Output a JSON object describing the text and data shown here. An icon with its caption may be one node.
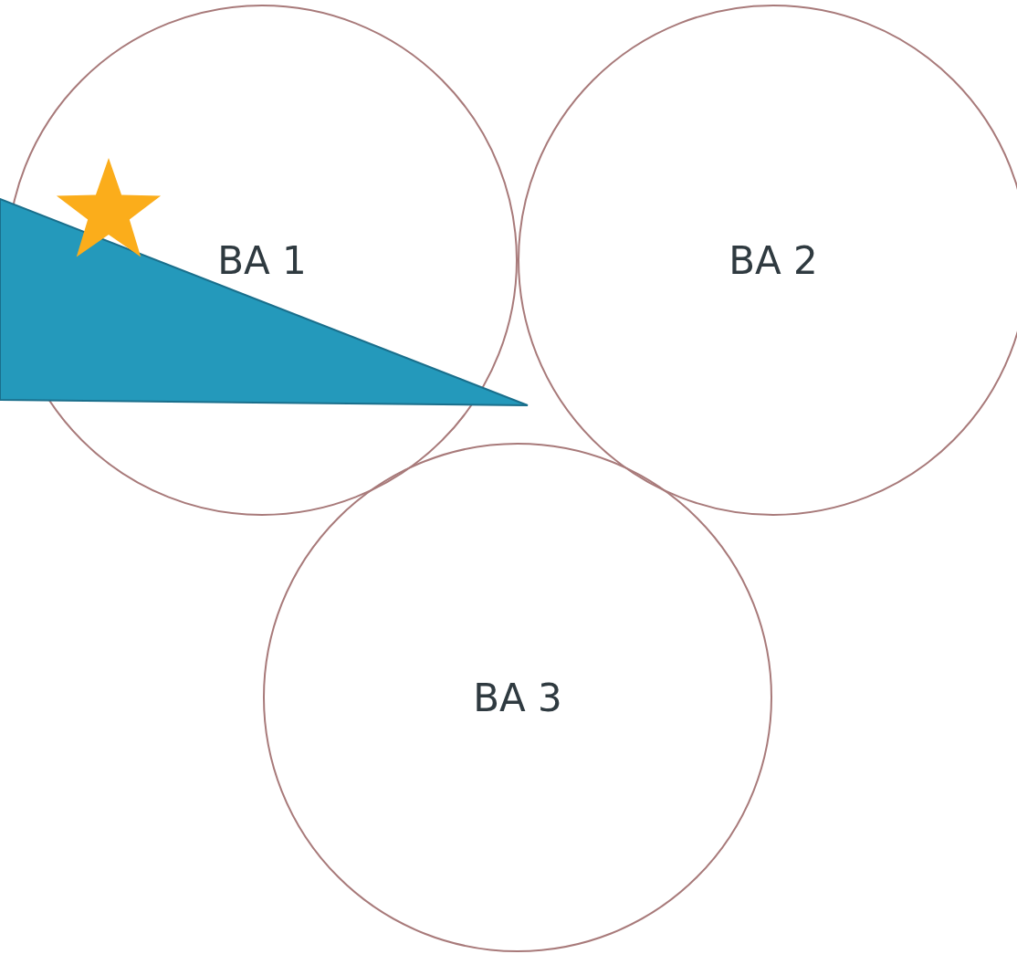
{
  "diagram": {
    "nodes": [
      {
        "text": [
          "BA 1"
        ]
      },
      {
        "text": [
          "BA 2"
        ]
      },
      {
        "text": [
          "BA 3"
        ]
      }
    ]
  }
}
